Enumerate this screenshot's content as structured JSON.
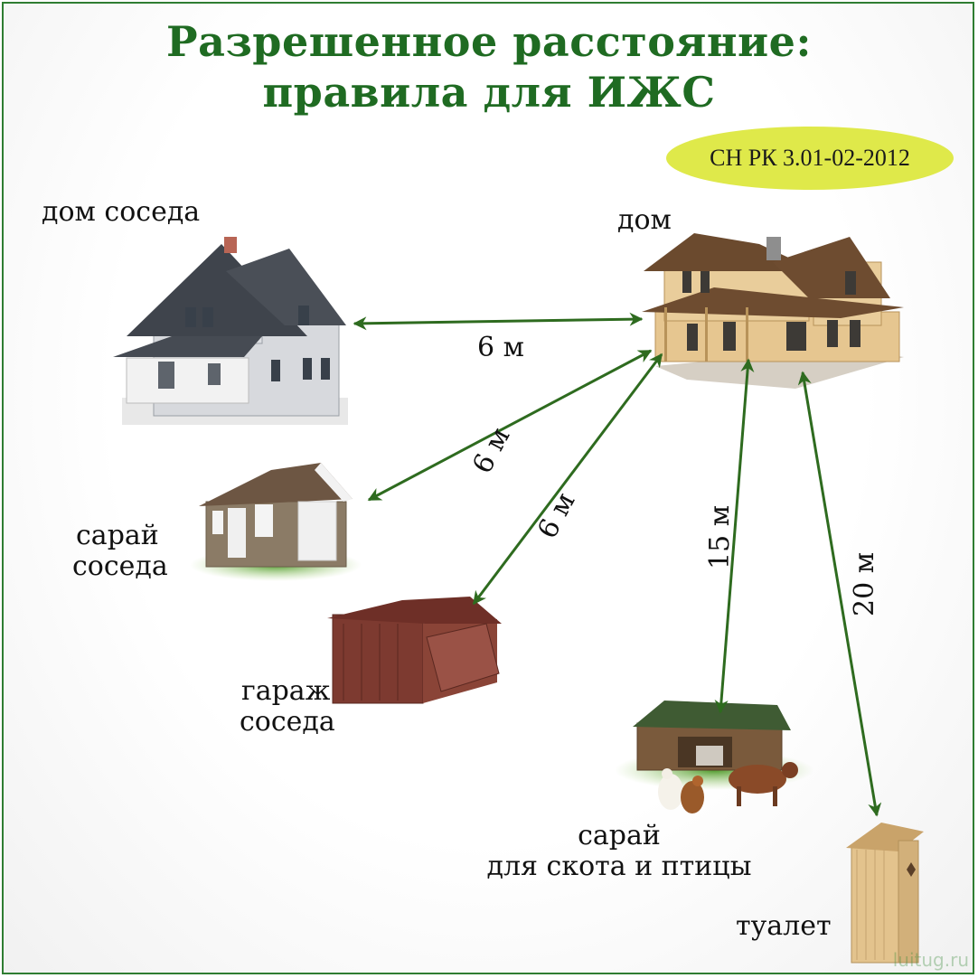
{
  "title": {
    "line1": "Разрешенное расстояние:",
    "line2": "правила для ИЖС"
  },
  "badge": "СН РК 3.01-02-2012",
  "objects": {
    "house": "дом",
    "neighbor_house": "дом соседа",
    "neighbor_shed": [
      "сарай",
      "соседа"
    ],
    "neighbor_garage": [
      "гараж",
      "соседа"
    ],
    "livestock_shed": [
      "сарай",
      "для скота и птицы"
    ],
    "toilet": "туалет"
  },
  "distances": {
    "neighbor_house": "6 м",
    "neighbor_shed": "6 м",
    "neighbor_garage": "6 м",
    "livestock_shed": "15 м",
    "toilet": "20 м"
  },
  "watermark": "luitug.ru",
  "colors": {
    "title": "#1f6b22",
    "arrow": "#2e6b1f",
    "badge": "#dfe94a"
  },
  "icons": [
    "neighbor-house-icon",
    "log-house-icon",
    "shed-icon",
    "garage-icon",
    "barn-icon",
    "outhouse-icon"
  ]
}
